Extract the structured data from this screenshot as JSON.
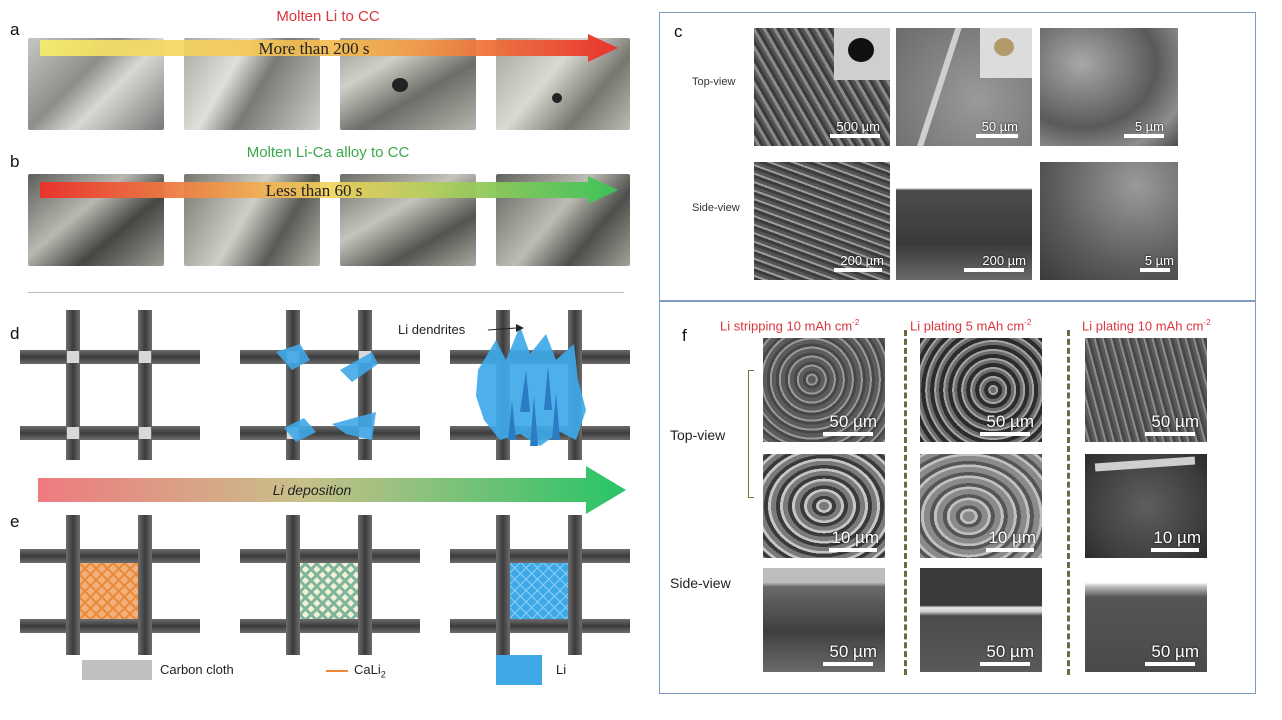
{
  "panels": {
    "a": {
      "letter": "a",
      "title": "Molten Li to CC",
      "title_color": "#d9363e",
      "arrow_text": "More than 200 s"
    },
    "b": {
      "letter": "b",
      "title": "Molten Li-Ca alloy to CC",
      "title_color": "#3aa84a",
      "arrow_text": "Less than 60 s"
    },
    "c": {
      "letter": "c",
      "row_top": "Top-view",
      "row_side": "Side-view",
      "scalebars_top": [
        "500 µm",
        "50 µm",
        "5 µm"
      ],
      "scalebars_side": [
        "200 µm",
        "200 µm",
        "5 µm"
      ]
    },
    "d": {
      "letter": "d",
      "dendrite_label": "Li dendrites"
    },
    "deposition": {
      "label": "Li deposition"
    },
    "e": {
      "letter": "e",
      "legend": {
        "carbon": "Carbon cloth",
        "cali2": "CaLi",
        "cali2_sub": "2",
        "li": "Li"
      }
    },
    "f": {
      "letter": "f",
      "col1": {
        "text": "Li stripping 10 mAh cm",
        "sup": "-2"
      },
      "col2": {
        "text": "Li plating 5 mAh cm",
        "sup": "-2"
      },
      "col3": {
        "text": "Li plating 10 mAh cm",
        "sup": "-2"
      },
      "row_top": "Top-view",
      "row_side": "Side-view",
      "scalebars": [
        [
          "50 µm",
          "50 µm",
          "50 µm"
        ],
        [
          "10 µm",
          "10 µm",
          "10 µm"
        ],
        [
          "50 µm",
          "50 µm",
          "50 µm"
        ]
      ]
    }
  },
  "colors": {
    "red": "#d9363e",
    "green": "#3aa84a",
    "frame": "#7e9cc0",
    "li_blue": "#3fa9e8",
    "cali2_orange": "#e98a3a",
    "carbon_gray": "#bfbfbf"
  }
}
